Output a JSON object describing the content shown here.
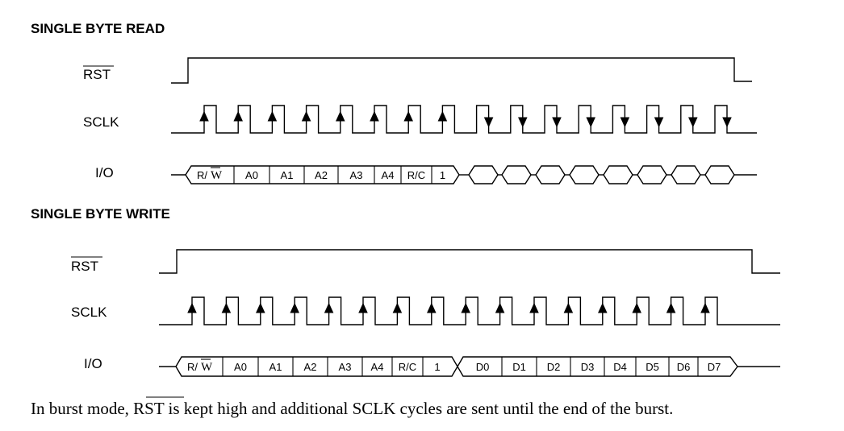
{
  "read": {
    "title": "SINGLE BYTE READ",
    "rst_label": "RST",
    "sclk_label": "SCLK",
    "io_label": "I/O",
    "io_cells": [
      "R/",
      "A0",
      "A1",
      "A2",
      "A3",
      "A4",
      "R/C",
      "1"
    ],
    "io_w": "W"
  },
  "write": {
    "title": "SINGLE BYTE WRITE",
    "rst_label": "RST",
    "sclk_label": "SCLK",
    "io_label": "I/O",
    "io_cells": [
      "R/",
      "A0",
      "A1",
      "A2",
      "A3",
      "A4",
      "R/C",
      "1"
    ],
    "io_w": "W",
    "data_cells": [
      "D0",
      "D1",
      "D2",
      "D3",
      "D4",
      "D5",
      "D6",
      "D7"
    ]
  },
  "caption": {
    "before": "In burst mode, ",
    "rst": "RST",
    "after": " is kept high and additional SCLK cycles are sent until the end of the burst."
  }
}
